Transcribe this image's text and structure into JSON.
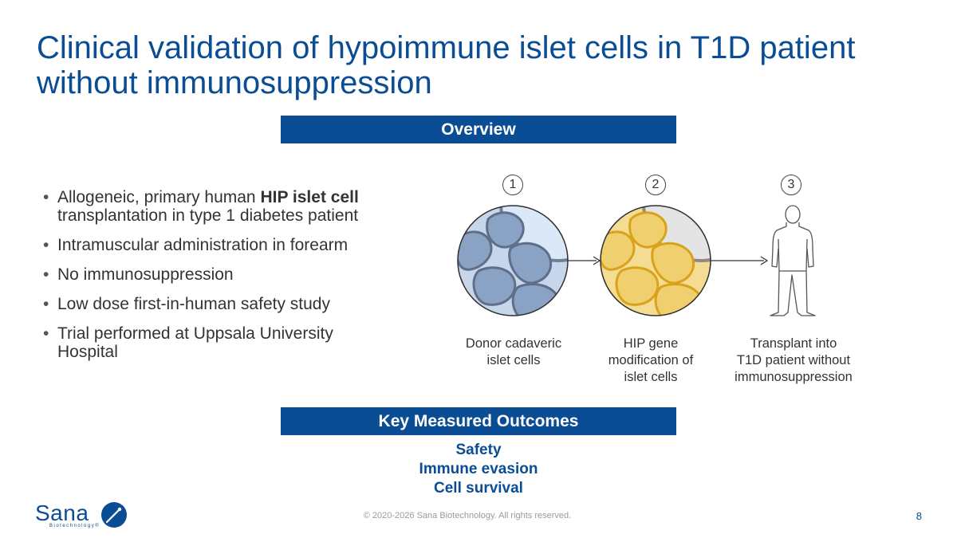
{
  "title": {
    "line1": "Clinical validation of hypoimmune islet cells in T1D patient",
    "line2": "without immunosuppression"
  },
  "overview_label": "Overview",
  "bullets": [
    {
      "pre": "Allogeneic, primary human ",
      "bold": "HIP islet cell",
      "post": " transplantation in type 1 diabetes patient"
    },
    {
      "text": "Intramuscular administration in forearm"
    },
    {
      "text": "No immunosuppression"
    },
    {
      "text": "Low dose first-in-human safety study"
    },
    {
      "text": "Trial performed at Uppsala University Hospital"
    }
  ],
  "steps": [
    {
      "number": "1",
      "caption": [
        "Donor cadaveric",
        "islet cells"
      ]
    },
    {
      "number": "2",
      "caption": [
        "HIP gene",
        "modification of",
        "islet cells"
      ]
    },
    {
      "number": "3",
      "caption": [
        "Transplant into",
        "T1D patient without",
        "immunosuppression"
      ]
    }
  ],
  "outcomes_label": "Key Measured Outcomes",
  "outcomes": [
    "Safety",
    "Immune evasion",
    "Cell survival"
  ],
  "footer": {
    "logo": "Sana",
    "logo_sub": "Biotechnology®",
    "copyright": "© 2020-2026 Sana Biotechnology. All rights reserved.",
    "page_number": "8"
  },
  "colors": {
    "brand_blue": "#0a4d94",
    "donor_cells": "#9fb6d4",
    "hip_cells": "#f0cf6e"
  },
  "icons": [
    "donor-islet-cells-icon",
    "hip-modified-islet-cells-icon",
    "patient-figure-icon",
    "arrow-right-icon",
    "sana-logo-mark-icon"
  ]
}
